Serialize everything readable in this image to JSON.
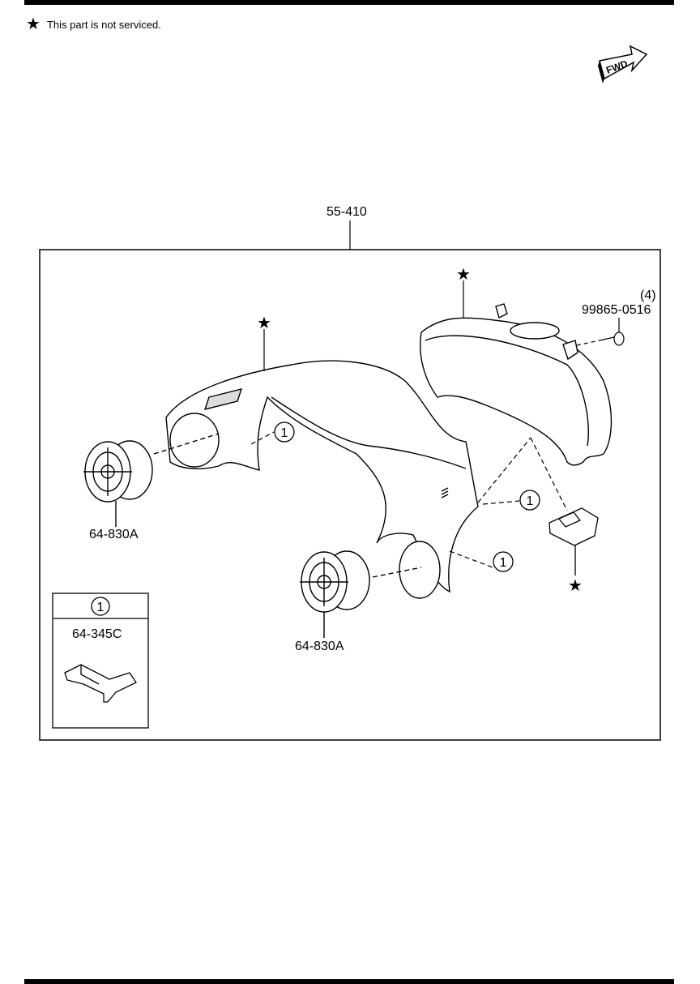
{
  "legend": {
    "symbol": "★",
    "text": "This part is not serviced."
  },
  "fwd": "FWD",
  "assembly": "55-410",
  "labels": {
    "qty": "(4)",
    "screw": "99865-0516",
    "vent_left": "64-830A",
    "vent_center": "64-830A",
    "clip": "64-345C"
  },
  "callout": "1",
  "star": "★"
}
